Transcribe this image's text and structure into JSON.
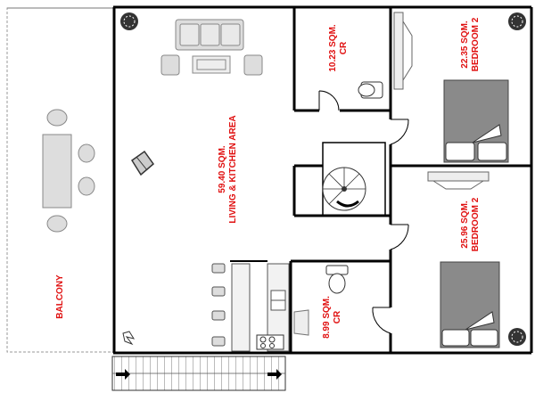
{
  "rooms": {
    "balcony": {
      "name": "BALCONY"
    },
    "living": {
      "area": "59.40 SQM.",
      "name": "LIVING & KITCHEN AREA"
    },
    "cr_top": {
      "area": "10.23 SQM.",
      "name": "CR"
    },
    "bedroom_top": {
      "area": "22.35 SQM.",
      "name": "BEDROOM 2"
    },
    "bedroom_bottom": {
      "area": "25.96 SQM.",
      "name": "BEDROOM 2"
    },
    "cr_bottom": {
      "area": "8.99 SQM.",
      "name": "CR"
    }
  },
  "colors": {
    "label": "#e01010",
    "wall": "#000000",
    "furniture": "#c8c8c8",
    "bed": "#8a8a8a"
  },
  "icons": [
    "plant-icon",
    "sofa-icon",
    "armchair-icon",
    "coffee-table-icon",
    "dining-table-icon",
    "chair-icon",
    "toilet-icon",
    "bed-icon",
    "sink-icon",
    "stove-icon",
    "stool-icon",
    "spiral-stair-icon",
    "staircase-icon",
    "tv-icon",
    "arrow-icon"
  ]
}
